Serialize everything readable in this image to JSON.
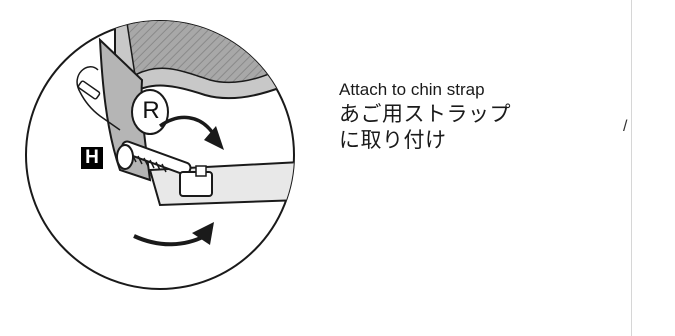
{
  "illustration": {
    "marker_r": "R",
    "marker_h": "H"
  },
  "caption": {
    "english": "Attach to chin strap",
    "japanese_line1": "あご用ストラップ",
    "japanese_line2": "に取り付け"
  },
  "right_panel": {
    "partial_glyph": "/"
  },
  "icons": [
    "headset-speaker-icon",
    "microphone-boom-icon",
    "rotate-arrow-icon"
  ],
  "colors": {
    "outline": "#1a1a1a",
    "helmet_fill": "#cfcfcf",
    "helmet_dark": "#9a9a9a",
    "strap_fill": "#e6e6e6",
    "marker_bg": "#000000"
  }
}
